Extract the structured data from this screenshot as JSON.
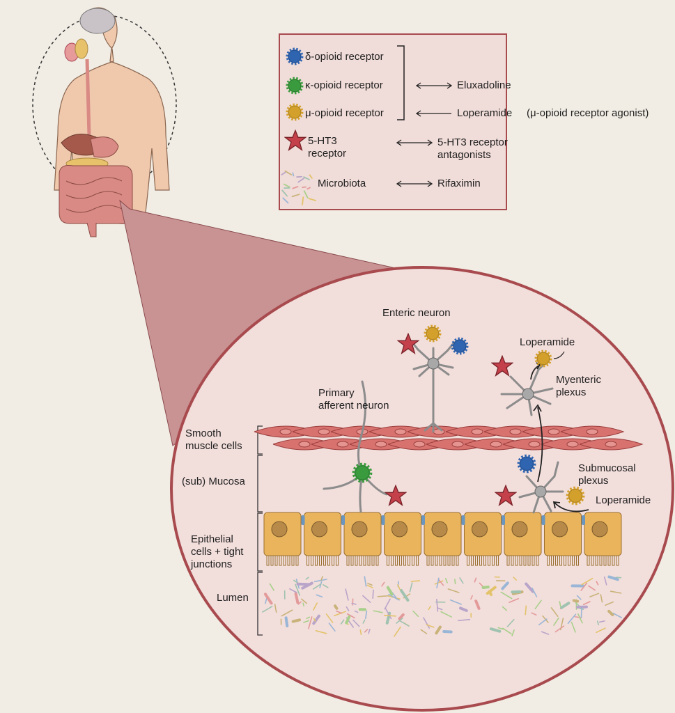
{
  "legend": {
    "items": [
      {
        "label": "δ-opioid receptor",
        "icon": "delta-opioid-receptor-icon",
        "color": "#2f64b0"
      },
      {
        "label": "κ-opioid receptor",
        "icon": "kappa-opioid-receptor-icon",
        "color": "#3a9a3e"
      },
      {
        "label": "μ-opioid receptor",
        "icon": "mu-opioid-receptor-icon",
        "color": "#d4a02c"
      },
      {
        "label": "5-HT3\nreceptor",
        "icon": "5ht3-receptor-star-icon",
        "color": "#c4404a"
      },
      {
        "label": "Microbiota",
        "icon": "microbiota-icon"
      }
    ],
    "drugs": {
      "eluxadoline": "Eluxadoline",
      "loperamide": "Loperamide",
      "loperamide_note": "(μ-opioid receptor agonist)",
      "antagonists": "5-HT3 receptor\nantagonists",
      "rifaximin": "Rifaximin"
    }
  },
  "detail": {
    "layers": {
      "smooth_muscle": "Smooth\nmuscle cells",
      "mucosa": "(sub) Mucosa",
      "epithelial": "Epithelial\ncells + tight\njunctions",
      "lumen": "Lumen"
    },
    "labels": {
      "enteric_neuron": "Enteric neuron",
      "primary_afferent": "Primary\nafferent neuron",
      "loperamide_top": "Loperamide",
      "myenteric": "Myenteric\nplexus",
      "submucosal": "Submucosal\nplexus",
      "loperamide_bottom": "Loperamide"
    }
  },
  "colors": {
    "background": "#f1ede4",
    "frame": "#a84a4e",
    "panel": "#f2dedb",
    "cone": "#c99393",
    "epithelium": "#e9b45c",
    "muscle": "#d7726f"
  }
}
